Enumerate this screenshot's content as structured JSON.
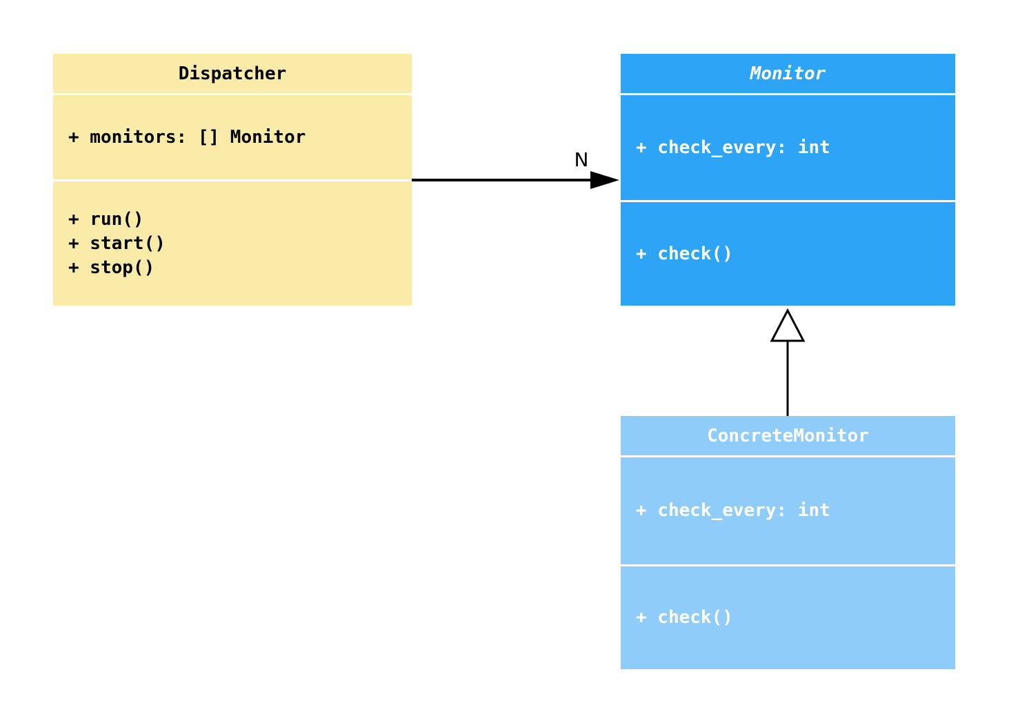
{
  "classes": {
    "dispatcher": {
      "title": "Dispatcher",
      "attributes": [
        "+ monitors: [] Monitor"
      ],
      "methods": [
        "+ run()",
        "+ start()",
        "+ stop()"
      ],
      "fill": "#FAECA8",
      "text_color": "#000000"
    },
    "monitor": {
      "title": "Monitor",
      "abstract": true,
      "attributes": [
        "+ check_every: int"
      ],
      "methods": [
        "+ check()"
      ],
      "fill": "#2EA4F6",
      "text_color": "#FFFFFF"
    },
    "concrete_monitor": {
      "title": "ConcreteMonitor",
      "attributes": [
        "+ check_every: int"
      ],
      "methods": [
        "+ check()"
      ],
      "fill": "#8FCCF9",
      "text_color": "#FFFFFF"
    }
  },
  "relations": {
    "association": {
      "from": "Dispatcher",
      "to": "Monitor",
      "label": "N",
      "arrow_style": "filled"
    },
    "inheritance": {
      "from": "ConcreteMonitor",
      "to": "Monitor",
      "arrow_style": "hollow-triangle"
    }
  }
}
